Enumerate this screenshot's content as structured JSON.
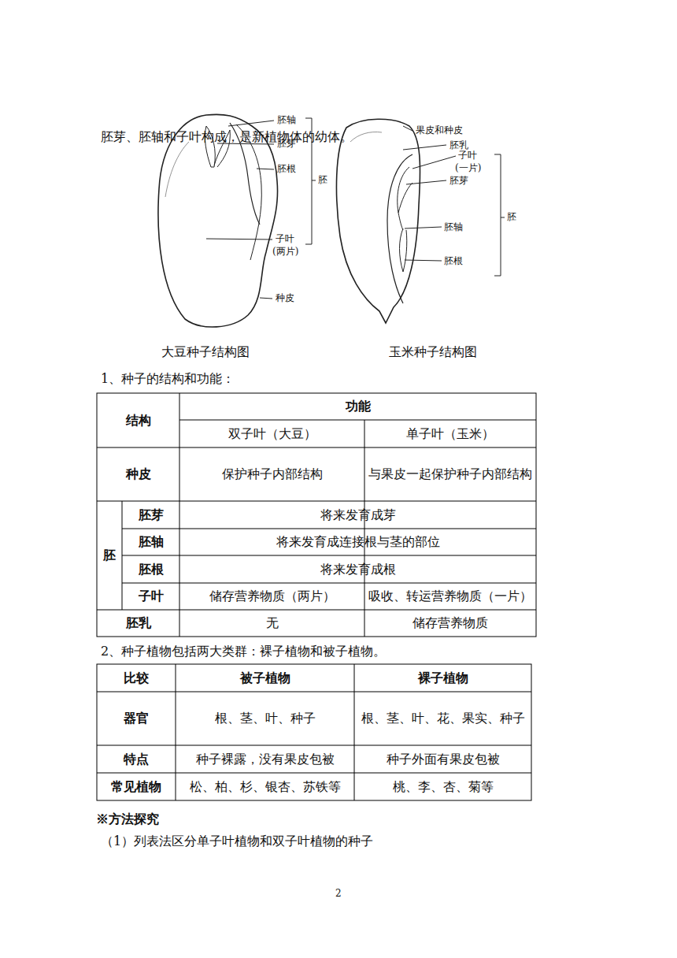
{
  "diagram": {
    "labels": [
      "胚芽、胚轴和子叶构成，是新植物体的幼体。",
      "胚轴",
      "胚芽",
      "胚根",
      "胚",
      "子叶",
      "(两片)",
      "种皮",
      "果皮和种皮",
      "胚乳",
      "子叶",
      "(一片)",
      "胚芽",
      "胚",
      "胚轴",
      "胚根",
      "大豆种子结构图",
      "玉米种子结构图",
      "1、种子的结构和功能：",
      "结构",
      "功能",
      "双子叶（大豆）",
      "单子叶（玉米）",
      "种皮",
      "保护种子内部结构",
      "与果皮一起保护种子内部结构",
      "胚",
      "胚芽",
      "将来发育成芽",
      "胚轴",
      "将来发育成连接根与茎的部位",
      "胚根",
      "将来发育成根",
      "子叶",
      "储存营养物质（两片）",
      "吸收、转运营养物质（一片）",
      "胚乳",
      "无",
      "储存营养物质",
      "2、种子植物包括两大类群：裸子植物和被子植物。",
      "比较",
      "被子植物",
      "裸子植物",
      "器官",
      "根、茎、叶、种子",
      "根、茎、叶、花、果实、种子",
      "特点",
      "种子裸露，没有果皮包被",
      "种子外面有果皮包被",
      "常见植物",
      "松、柏、杉、银杏、苏铁等",
      "桃、李、杏、菊等",
      "※方法探究",
      "（1）列表法区分单子叶植物和双子叶植物的种子",
      "2"
    ]
  }
}
